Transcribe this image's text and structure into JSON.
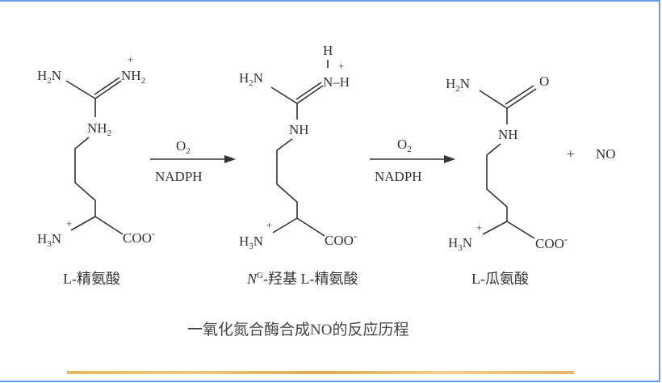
{
  "molecules": [
    {
      "name": "L-精氨酸",
      "label_prefix": "",
      "label_sup": "",
      "label_text": "L-精氨酸"
    },
    {
      "name": "NG-羟基 L-精氨酸",
      "label_prefix": "N",
      "label_sup": "G",
      "label_text": "-羟基 L-精氨酸"
    },
    {
      "name": "L-瓜氨酸",
      "label_prefix": "",
      "label_sup": "",
      "label_text": "L-瓜氨酸"
    }
  ],
  "atoms": {
    "H": "H",
    "N": "N",
    "O": "O",
    "NH": "NH",
    "two": "2",
    "three": "3",
    "plus": "+",
    "minus": "-",
    "COO": "COO",
    "dash_H": "–H"
  },
  "reactions": [
    {
      "reagent_top": "O",
      "reagent_top_sub": "2",
      "reagent_bottom": "NADPH"
    },
    {
      "reagent_top": "O",
      "reagent_top_sub": "2",
      "reagent_bottom": "NADPH"
    }
  ],
  "byproduct": {
    "plus": "+",
    "formula": "NO"
  },
  "caption": "一氧化氮合酶合成NO的反应历程",
  "colors": {
    "border": "#6b9be8",
    "stripe": "#e8b860",
    "ink": "#333333"
  }
}
